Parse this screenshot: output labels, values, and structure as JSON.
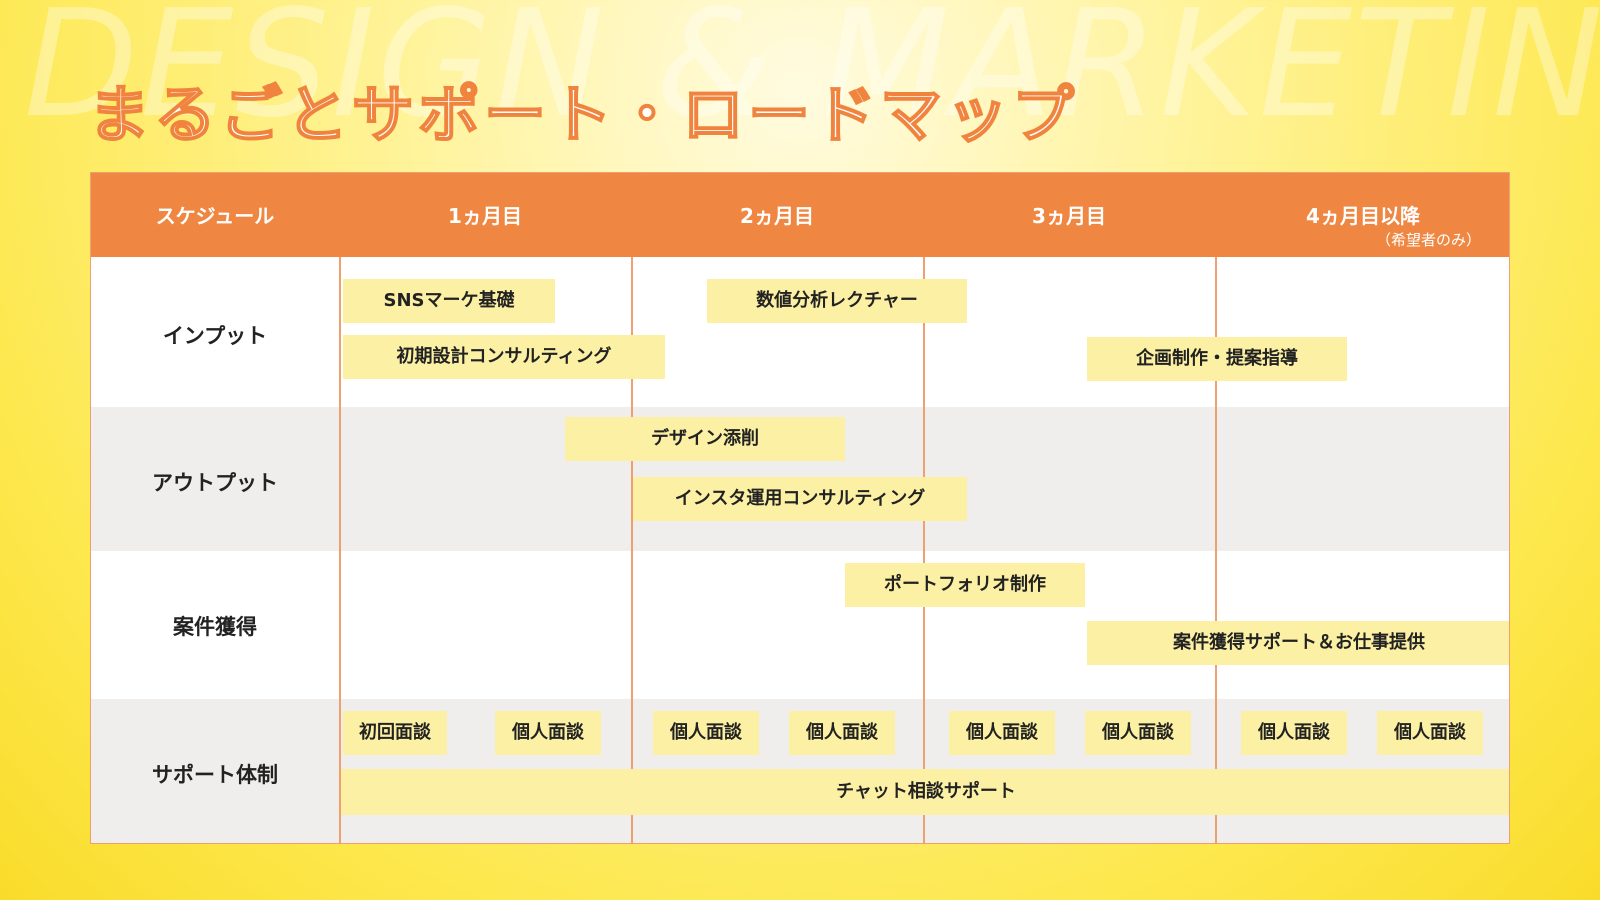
{
  "watermark": "DESIGN & MARKETING",
  "title": "まるごとサポート・ロードマップ",
  "header": {
    "schedule": "スケジュール",
    "month1": "1ヵ月目",
    "month2": "2ヵ月目",
    "month3": "3ヵ月目",
    "month4": "4ヵ月目以降",
    "month4_note": "（希望者のみ）"
  },
  "rows": {
    "input": "インプット",
    "output": "アウトプット",
    "acquisition": "案件獲得",
    "support": "サポート体制"
  },
  "tasks": {
    "sns_basics": "SNSマーケ基礎",
    "initial_consulting": "初期設計コンサルティング",
    "data_analysis": "数値分析レクチャー",
    "planning_guidance": "企画制作・提案指導",
    "design_review": "デザイン添削",
    "insta_consulting": "インスタ運用コンサルティング",
    "portfolio": "ポートフォリオ制作",
    "job_support": "案件獲得サポート＆お仕事提供",
    "first_meeting": "初回面談",
    "personal_meeting": "個人面談",
    "chat_support": "チャット相談サポート"
  },
  "colors": {
    "header_bg": "#ef8742",
    "pill_bg": "#fcf0a4",
    "row_alt_bg": "#efeeec",
    "grid_line": "#efa070"
  }
}
